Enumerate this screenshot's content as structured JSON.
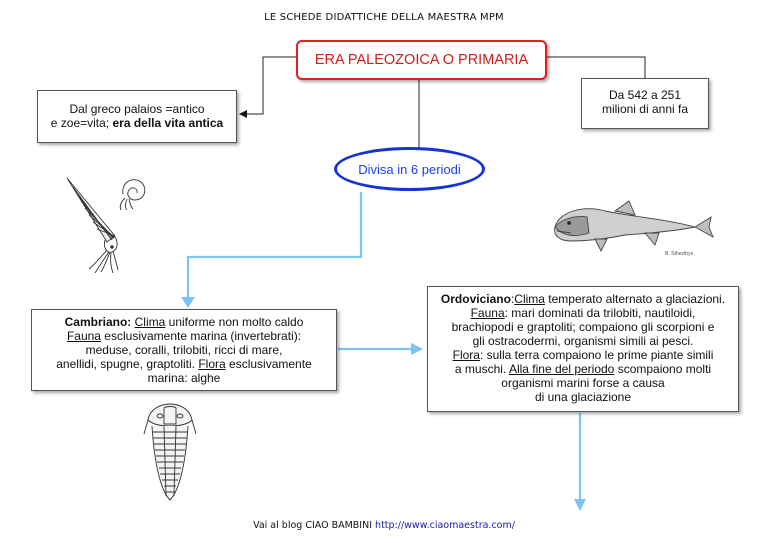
{
  "header": "LE SCHEDE DIDATTICHE DELLA MAESTRA MPM",
  "title": "ERA PALEOZOICA O PRIMARIA",
  "etymology": {
    "line1": "Dal greco palaios =antico",
    "line2_prefix": "e zoe=vita; ",
    "line2_bold": "era della vita antica"
  },
  "dates": {
    "line1": "Da 542 a 251",
    "line2": "milioni di anni fa"
  },
  "divisions": "Divisa in 6 periodi",
  "cambriano": {
    "name": "Cambriano:",
    "clima_label": "Clima",
    "clima_text": " uniforme non molto caldo",
    "fauna_label": "Fauna",
    "fauna_text": " esclusivamente marina (invertebrati):",
    "line3": "meduse, coralli, trilobiti, ricci di mare,",
    "line4_text": "anellidi, spugne, graptoliti. ",
    "flora_label": "Flora",
    "flora_text": " esclusivamente",
    "line5": "marina: alghe"
  },
  "ordoviciano": {
    "name": "Ordoviciano",
    "sep": ":",
    "clima_label": "Clima",
    "clima_text": " temperato alternato a glaciazioni.",
    "fauna_label": "Fauna",
    "fauna_text": ": mari dominati da trilobiti, nautiloidi,",
    "line3": "brachiopodi e graptoliti; compaiono gli scorpioni e",
    "line4": "gli ostracodermi, organismi simili ai pesci.",
    "flora_label": "Flora",
    "flora_text": ": sulla terra compaiono le prime piante simili",
    "line6_text": "a muschi. ",
    "end_label": "Alla fine del periodo",
    "end_text": " scompaiono molti",
    "line7": "organismi marini forse a causa",
    "line8": "di una glaciazione"
  },
  "fish_caption": "B. Sthezthys",
  "footer": {
    "text": "Vai al blog CIAO BAMBINI ",
    "url": "http://www.ciaomaestra.com/"
  },
  "colors": {
    "title_border": "#e02020",
    "title_text": "#d41c1c",
    "ellipse_border": "#1434d6",
    "arrow": "#7cc4f5"
  }
}
